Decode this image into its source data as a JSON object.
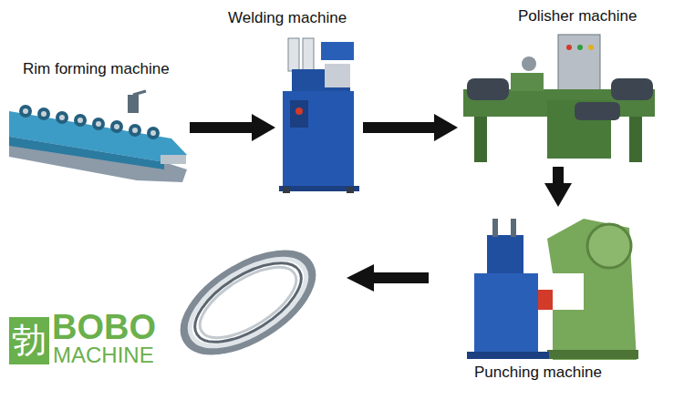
{
  "diagram": {
    "nodes": [
      {
        "text": [
          "Rim forming machine"
        ]
      },
      {
        "text": [
          "Welding machine"
        ]
      },
      {
        "text": [
          "Polisher machine"
        ]
      },
      {
        "text": [
          "Punching machine"
        ]
      }
    ],
    "edges": [
      {
        "from": 0,
        "to": 1,
        "arrow": "to"
      },
      {
        "from": 1,
        "to": 2,
        "arrow": "to"
      },
      {
        "from": 2,
        "to": 3,
        "arrow": "to"
      }
    ],
    "labels": [
      "勃",
      "BOBO",
      "MACHINE"
    ]
  }
}
